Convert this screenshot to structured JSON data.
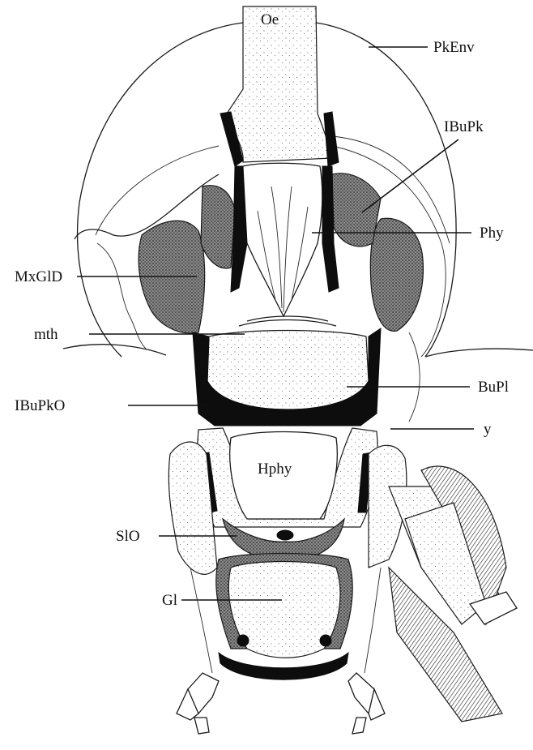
{
  "labels": {
    "oe": "Oe",
    "pkenv": "PkEnv",
    "ibupk": "IBuPk",
    "phy": "Phy",
    "mxgld": "MxGlD",
    "mth": "mth",
    "bupl": "BuPl",
    "ibupko": "IBuPkO",
    "y": "y",
    "hphy": "Hphy",
    "slo": "SlO",
    "gl": "Gl"
  },
  "colors": {
    "ink": "#111111",
    "background": "#ffffff"
  }
}
